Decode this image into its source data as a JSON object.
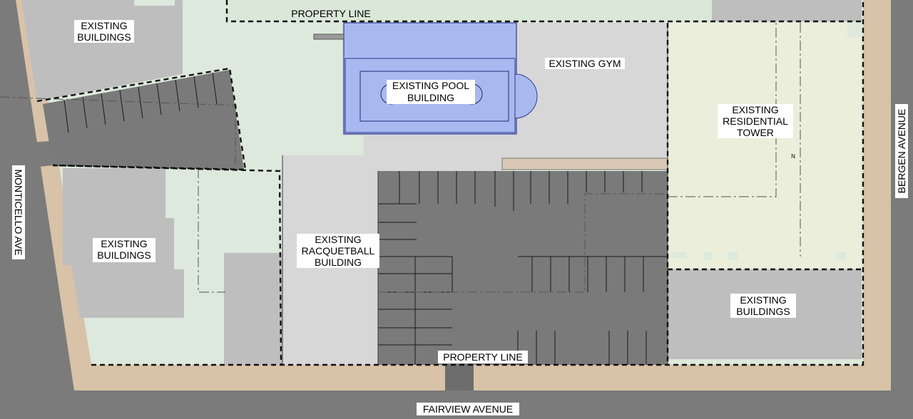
{
  "labels": {
    "property_line_top": "PROPERTY LINE",
    "property_line_bottom": "PROPERTY LINE",
    "existing_buildings_nw": [
      "EXISTING",
      "BUILDINGS"
    ],
    "existing_buildings_w": [
      "EXISTING",
      "BUILDINGS"
    ],
    "existing_buildings_se": [
      "EXISTING",
      "BUILDINGS"
    ],
    "pool_building": [
      "EXISTING POOL",
      "BUILDING"
    ],
    "gym": [
      "EXISTING GYM"
    ],
    "residential_tower": [
      "EXISTING",
      "RESIDENTIAL",
      "TOWER"
    ],
    "racquetball_building": [
      "EXISTING",
      "RACQUETBALL",
      "BUILDING"
    ],
    "north_marker": "N"
  },
  "streets": {
    "west": "MONTICELLO AVE",
    "east": "BERGEN AVENUE",
    "south": "FAIRVIEW AVENUE"
  },
  "colors": {
    "road": "#7b7b7b",
    "sidewalk": "#d8c2a8",
    "lawn": "#dce9dc",
    "building": "#bebebe",
    "building_light": "#d7d7d7",
    "parking": "#7a7a7a",
    "pool": "#a9b9f0",
    "residential": "#eaeedb"
  }
}
